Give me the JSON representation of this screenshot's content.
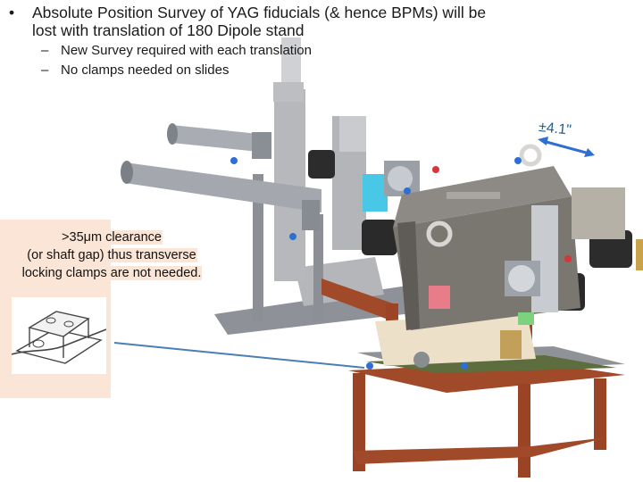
{
  "bullets": [
    {
      "text": "Absolute Position Survey of YAG fiducials (& hence BPMs) will be lost with translation of 180 Dipole stand",
      "sub": [
        {
          "text": "New Survey required with each translation"
        },
        {
          "text": "No clamps needed on slides"
        }
      ]
    }
  ],
  "callout": {
    "lines": [
      ">35μm clearance",
      "(or shaft gap) thus transverse",
      "locking clamps are not needed."
    ],
    "image_label": "linear slide clamp drawing"
  },
  "diagram": {
    "dimension_label": "±4.1\"",
    "colors": {
      "steel_frame": "#a14a2a",
      "beam_pipe": "#9fa4aa",
      "magnet_body": "#7a7670",
      "bellows": "#2b2b2b",
      "accent_blue": "#2f6fd3",
      "accent_red": "#d6363a",
      "accent_cyan": "#49c7e6",
      "pointer_line": "#4a7fb5"
    }
  }
}
